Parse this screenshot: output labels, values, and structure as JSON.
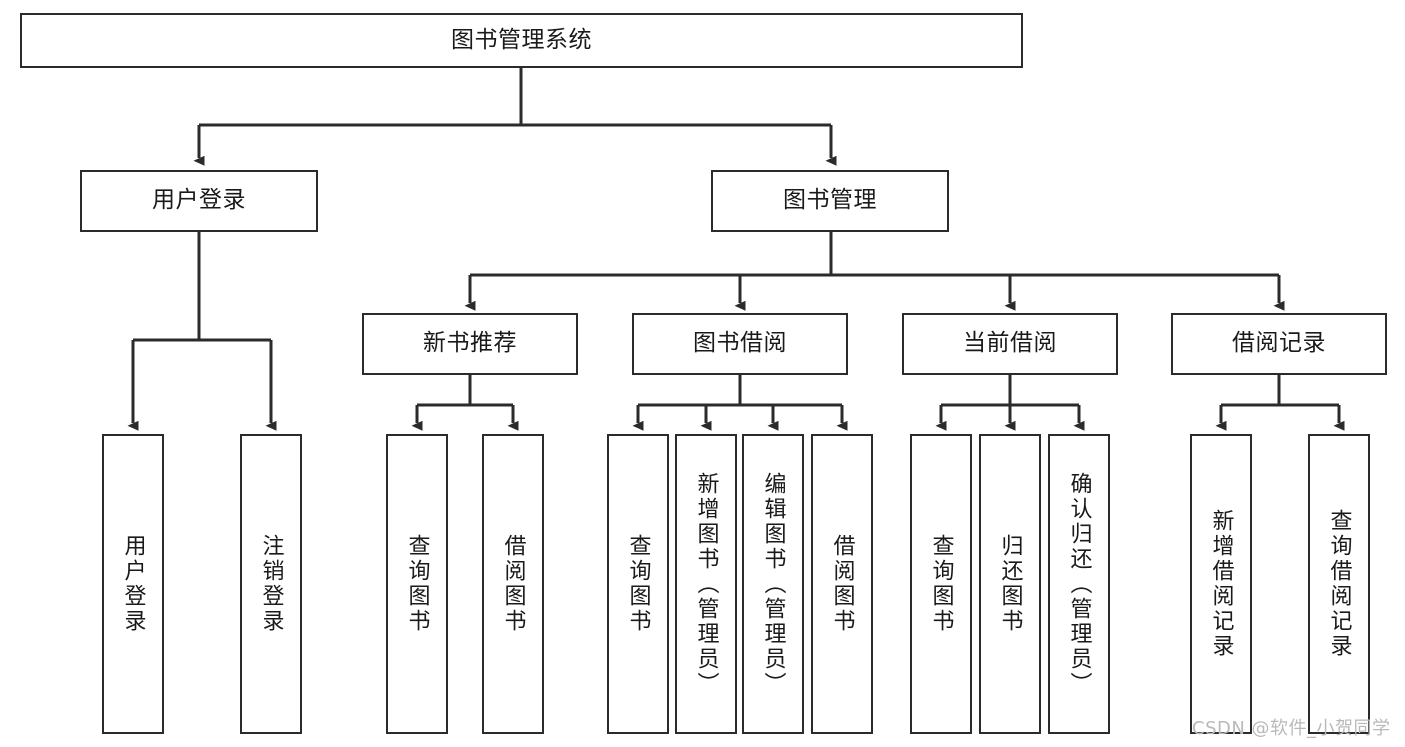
{
  "diagram": {
    "title": "图书管理系统",
    "type": "tree",
    "watermark": "CSDN @软件_小贺同学",
    "colors": {
      "stroke": "#2b2b2b",
      "fill": "#ffffff",
      "text": "#1a1a1a",
      "watermark": "#b9b9b9"
    },
    "levels": {
      "root": {
        "label": "图书管理系统"
      },
      "level2": [
        {
          "label": "用户登录"
        },
        {
          "label": "图书管理"
        }
      ],
      "level3": [
        {
          "label": "新书推荐"
        },
        {
          "label": "图书借阅"
        },
        {
          "label": "当前借阅"
        },
        {
          "label": "借阅记录"
        }
      ],
      "leaves": {
        "user_login": [
          {
            "label": "用户登录"
          },
          {
            "label": "注销登录"
          }
        ],
        "new_book": [
          {
            "label": "查询图书"
          },
          {
            "label": "借阅图书"
          }
        ],
        "borrow_book": [
          {
            "label": "查询图书"
          },
          {
            "label": "新增图书（管理员）"
          },
          {
            "label": "编辑图书（管理员）"
          },
          {
            "label": "借阅图书"
          }
        ],
        "current_borrow": [
          {
            "label": "查询图书"
          },
          {
            "label": "归还图书"
          },
          {
            "label": "确认归还（管理员）"
          }
        ],
        "borrow_record": [
          {
            "label": "新增借阅记录"
          },
          {
            "label": "查询借阅记录"
          }
        ]
      }
    }
  }
}
